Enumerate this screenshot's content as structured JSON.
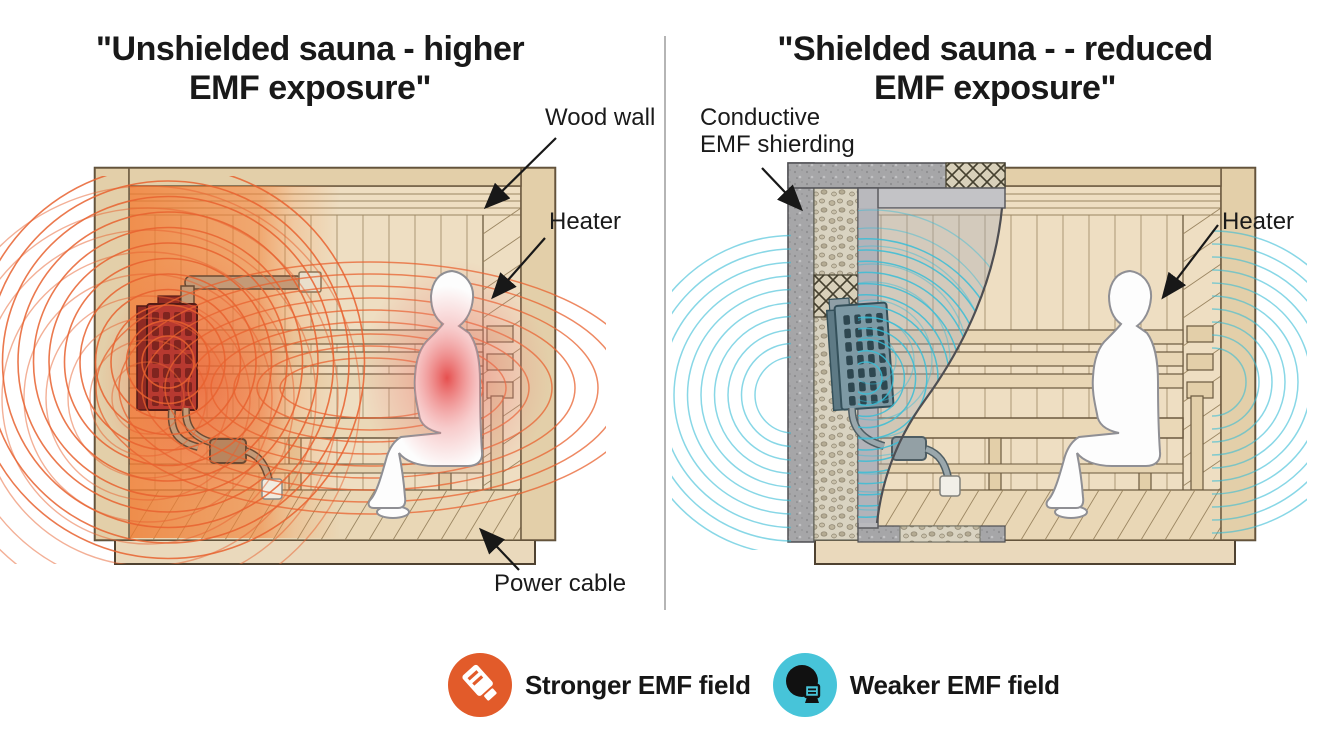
{
  "left_panel": {
    "title": "\"Unshielded sauna - higher\nEMF exposure\"",
    "labels": {
      "wood_wall": "Wood wall",
      "heater": "Heater",
      "power_cable": "Power cable"
    }
  },
  "right_panel": {
    "title": "\"Shielded sauna - - reduced\nEMF exposure\"",
    "labels": {
      "shielding": "Conductive\nEMF shierding",
      "heater": "Heater"
    }
  },
  "legend": {
    "items": [
      {
        "icon": "stronger-emf-icon",
        "color": "#e25b2a",
        "label": "Stronger EMF field"
      },
      {
        "icon": "weaker-emf-icon",
        "color": "#47c4d9",
        "label": "Weaker EMF field"
      }
    ]
  },
  "colors": {
    "emf_strong_ring": "#e8622f",
    "emf_weak_ring": "#38bdd6",
    "heater_unshielded": "#b73930",
    "heater_shielded": "#7d99a4",
    "wood": "#e7d5b4",
    "shield_gray": "#a6a6a8",
    "background": "#ffffff",
    "text": "#191919"
  }
}
